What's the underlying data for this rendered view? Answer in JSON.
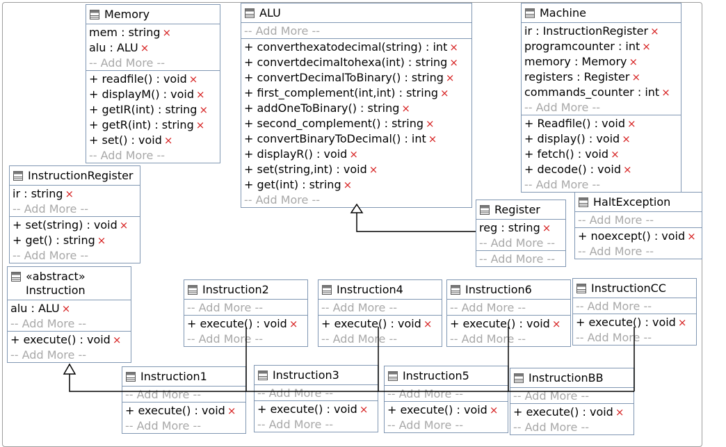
{
  "add_more_label": "-- Add More --",
  "delete_glyph": "×",
  "colors": {
    "border": "#7f96b2",
    "delete": "#d62020",
    "placeholder": "#a8a8a8",
    "connector": "#000000"
  },
  "classes": [
    {
      "id": "memory",
      "name": "Memory",
      "attributes": [
        "mem : string",
        "alu : ALU"
      ],
      "methods": [
        "+ readfile() : void",
        "+ displayM() : void",
        "+ getIR(int) : string",
        "+ getR(int) : string",
        "+ set() : void"
      ]
    },
    {
      "id": "alu",
      "name": "ALU",
      "attributes": [],
      "methods": [
        "+ converthexatodecimal(string) : int",
        "+ convertdecimaltohexa(int) : string",
        "+ convertDecimalToBinary() : string",
        "+ first_complement(int,int) : string",
        "+ addOneToBinary() : string",
        "+ second_complement() : string",
        "+ convertBinaryToDecimal() : int",
        "+ displayR() : void",
        "+ set(string,int) : void",
        "+ get(int) : string"
      ]
    },
    {
      "id": "machine",
      "name": "Machine",
      "attributes": [
        "ir : InstructionRegister",
        "programcounter : int",
        "memory : Memory",
        "registers : Register",
        "commands_counter : int"
      ],
      "methods": [
        "+ Readfile() : void",
        "+ display() : void",
        "+ fetch() : void",
        "+ decode() : void"
      ]
    },
    {
      "id": "instructionregister",
      "name": "InstructionRegister",
      "attributes": [
        "ir : string"
      ],
      "methods": [
        "+ set(string) : void",
        "+ get() : string"
      ]
    },
    {
      "id": "register",
      "name": "Register",
      "attributes": [
        "reg : string"
      ],
      "methods": []
    },
    {
      "id": "haltexception",
      "name": "HaltException",
      "attributes": [],
      "methods": [
        "+ noexcept() : void"
      ]
    },
    {
      "id": "instruction",
      "stereotype": "«abstract»",
      "name": "Instruction",
      "attributes": [
        "alu : ALU"
      ],
      "methods": [
        "+ execute() : void"
      ]
    },
    {
      "id": "instruction2",
      "name": "Instruction2",
      "attributes": [],
      "methods": [
        "+ execute() : void"
      ]
    },
    {
      "id": "instruction4",
      "name": "Instruction4",
      "attributes": [],
      "methods": [
        "+ execute() : void"
      ]
    },
    {
      "id": "instruction6",
      "name": "Instruction6",
      "attributes": [],
      "methods": [
        "+ execute() : void"
      ]
    },
    {
      "id": "instructioncc",
      "name": "InstructionCC",
      "attributes": [],
      "methods": [
        "+ execute() : void"
      ]
    },
    {
      "id": "instruction1",
      "name": "Instruction1",
      "attributes": [],
      "methods": [
        "+ execute() : void"
      ]
    },
    {
      "id": "instruction3",
      "name": "Instruction3",
      "attributes": [],
      "methods": [
        "+ execute() : void"
      ]
    },
    {
      "id": "instruction5",
      "name": "Instruction5",
      "attributes": [],
      "methods": [
        "+ execute() : void"
      ]
    },
    {
      "id": "instructionbb",
      "name": "InstructionBB",
      "attributes": [],
      "methods": [
        "+ execute() : void"
      ]
    }
  ],
  "relations": [
    {
      "type": "generalization",
      "from": "register",
      "to": "alu"
    },
    {
      "type": "generalization",
      "from": "instruction1",
      "to": "instruction"
    },
    {
      "type": "generalization",
      "from": "instruction2",
      "to": "instruction"
    },
    {
      "type": "generalization",
      "from": "instruction3",
      "to": "instruction"
    },
    {
      "type": "generalization",
      "from": "instruction4",
      "to": "instruction"
    },
    {
      "type": "generalization",
      "from": "instruction5",
      "to": "instruction"
    },
    {
      "type": "generalization",
      "from": "instruction6",
      "to": "instruction"
    },
    {
      "type": "generalization",
      "from": "instructioncc",
      "to": "instruction"
    },
    {
      "type": "generalization",
      "from": "instructionbb",
      "to": "instruction"
    }
  ]
}
